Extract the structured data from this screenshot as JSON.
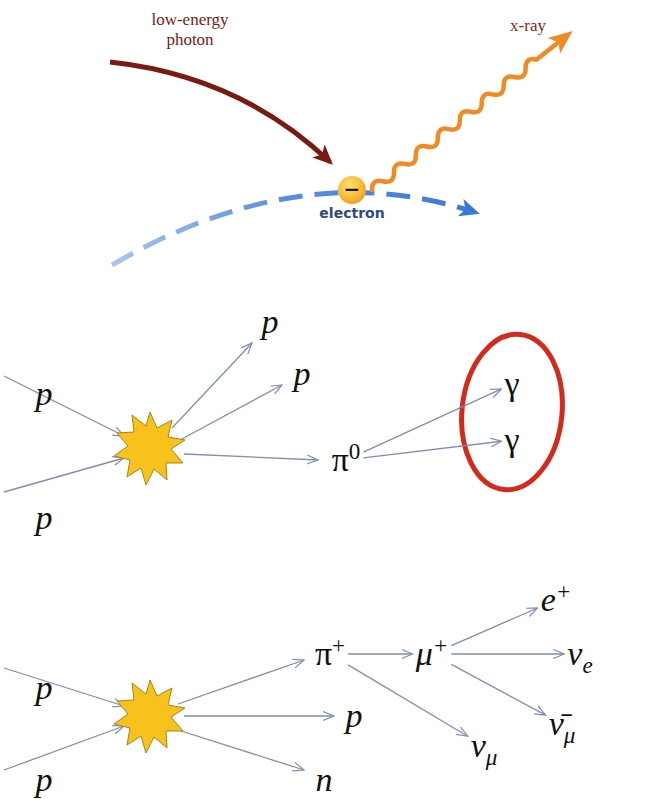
{
  "diagram": {
    "nodes": [
      {
        "text": [
          "−",
          "electron"
        ]
      },
      {
        "text": [
          "p"
        ]
      },
      {
        "text": [
          "p"
        ]
      },
      {
        "text": [
          "p"
        ]
      },
      {
        "text": [
          "p"
        ]
      },
      {
        "text": [
          "π0"
        ]
      },
      {
        "text": [
          "γ"
        ]
      },
      {
        "text": [
          "γ"
        ]
      },
      {
        "text": [
          "p"
        ]
      },
      {
        "text": [
          "p"
        ]
      },
      {
        "text": [
          "π+"
        ]
      },
      {
        "text": [
          "p"
        ]
      },
      {
        "text": [
          "n"
        ]
      },
      {
        "text": [
          "μ+"
        ]
      },
      {
        "text": [
          "νμ"
        ]
      },
      {
        "text": [
          "e+"
        ]
      },
      {
        "text": [
          "νe"
        ]
      },
      {
        "text": [
          "ν̄μ"
        ]
      }
    ],
    "edges": [
      {
        "from": 5,
        "to": 6,
        "arrow": "to"
      },
      {
        "from": 5,
        "to": 7,
        "arrow": "to"
      },
      {
        "from": 10,
        "to": 13,
        "arrow": "to"
      },
      {
        "from": 10,
        "to": 14,
        "arrow": "to"
      },
      {
        "from": 13,
        "to": 15,
        "arrow": "to"
      },
      {
        "from": 13,
        "to": 16,
        "arrow": "to"
      },
      {
        "from": 13,
        "to": 17,
        "arrow": "to"
      }
    ],
    "labels": [
      "low-energy photon",
      "x-ray"
    ]
  }
}
